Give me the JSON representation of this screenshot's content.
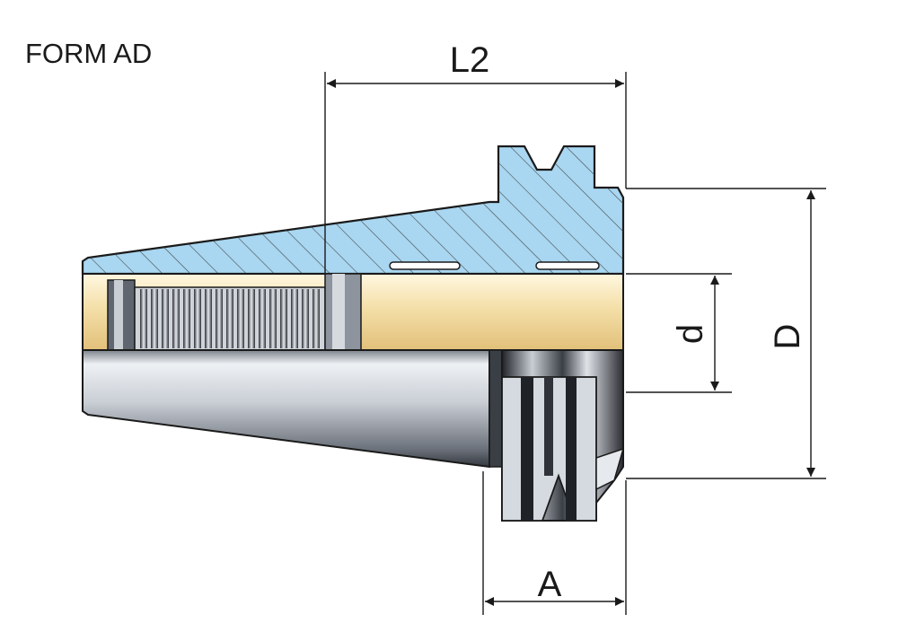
{
  "title": "FORM AD",
  "dimensions": {
    "L2": "L2",
    "A": "A",
    "d": "d",
    "D": "D"
  },
  "colors": {
    "section_fill": "#a9d6f0",
    "bore_fill": "#f6e2b3",
    "steel_light": "#dfe3e8",
    "steel_dark": "#2d3036",
    "outline": "#1a1a1a"
  }
}
